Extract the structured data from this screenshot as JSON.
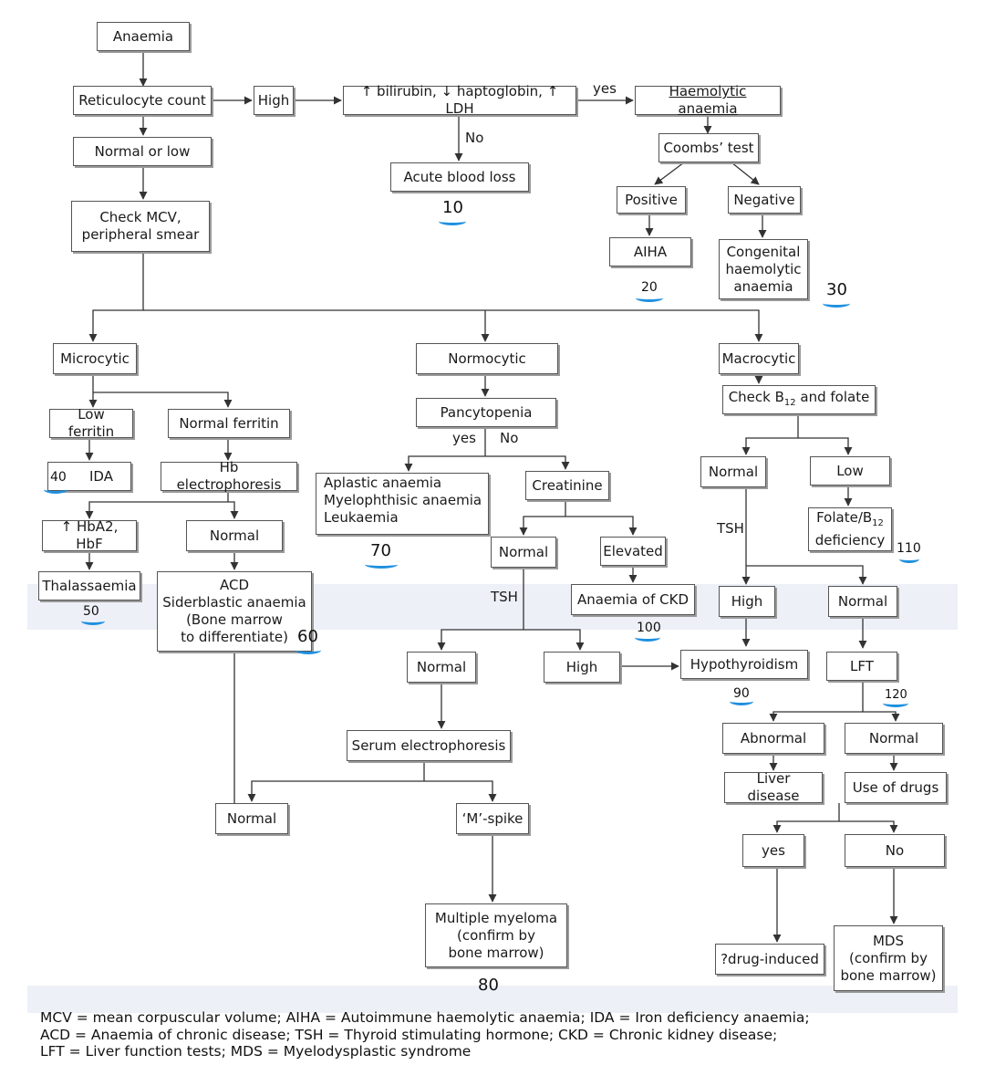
{
  "nodes": {
    "anaemia": "Anaemia",
    "reticulocyte_count": "Reticulocyte count",
    "high_retic": "High",
    "bilirubin": "↑ bilirubin, ↓ haptoglobin, ↑ LDH",
    "haemolytic_anaemia": "Haemolytic anaemia",
    "normal_or_low": "Normal or low",
    "coombs_test": "Coombs’ test",
    "acute_blood_loss": "Acute blood loss",
    "positive": "Positive",
    "negative": "Negative",
    "check_mcv": "Check MCV, peripheral smear",
    "aiha": "AIHA",
    "congenital": "Congenital haemolytic anaemia",
    "microcytic": "Microcytic",
    "normocytic": "Normocytic",
    "macrocytic": "Macrocytic",
    "check_b12_pre": "Check B",
    "check_b12_sub": "12",
    "check_b12_post": " and folate",
    "low_ferritin": "Low ferritin",
    "normal_ferritin": "Normal ferritin",
    "pancytopenia": "Pancytopenia",
    "ida": "IDA",
    "hb_electrophoresis": "Hb electrophoresis",
    "aplastic_line1": "Aplastic anaemia",
    "aplastic_line2": "Myelophthisic anaemia",
    "aplastic_line3": "Leukaemia",
    "creatinine": "Creatinine",
    "normal_b12": "Normal",
    "low_b12": "Low",
    "hba2": "↑ HbA2, HbF",
    "normal_hb": "Normal",
    "normal_creat": "Normal",
    "elevated_creat": "Elevated",
    "folate_pre": "Folate/B",
    "folate_sub": "12",
    "folate_line2": "deficiency",
    "thalassaemia": "Thalassaemia",
    "acd_line1": "ACD",
    "acd_line2": "Siderblastic anaemia",
    "acd_line3": "(Bone marrow",
    "acd_line4": "to differentiate)",
    "anaemia_ckd": "Anaemia of CKD",
    "high_tsh_right": "High",
    "normal_tsh_right": "Normal",
    "normal_tsh_mid": "Normal",
    "high_tsh_mid": "High",
    "hypothyroidism": "Hypothyroidism",
    "lft": "LFT",
    "serum_electrophoresis": "Serum electrophoresis",
    "abnormal_lft": "Abnormal",
    "normal_lft": "Normal",
    "liver_disease": "Liver disease",
    "use_of_drugs": "Use of drugs",
    "normal_serum": "Normal",
    "m_spike": "‘M’-spike",
    "yes_drugs": "yes",
    "no_drugs": "No",
    "myeloma_line1": "Multiple myeloma",
    "myeloma_line2": "(confirm by",
    "myeloma_line3": "bone marrow)",
    "drug_induced": "?drug-induced",
    "mds_line1": "MDS",
    "mds_line2": "(confirm by",
    "mds_line3": "bone marrow)"
  },
  "edge_labels": {
    "yes_haemolytic": "yes",
    "no_bilirubin": "No",
    "yes_pancyto": "yes",
    "no_pancyto": "No",
    "tsh_mid": "TSH",
    "tsh_right": "TSH"
  },
  "handwritten_numbers": {
    "n10": "10",
    "n20": "20",
    "n30": "30",
    "n40": "40",
    "n50": "50",
    "n60": "60",
    "n70": "70",
    "n80": "80",
    "n90": "90",
    "n100": "100",
    "n110": "110",
    "n120": "120"
  },
  "legend": {
    "line1": "MCV = mean corpuscular volume; AIHA = Autoimmune haemolytic anaemia; IDA = Iron deficiency anaemia;",
    "line2": "ACD = Anaemia of chronic disease; TSH = Thyroid stimulating hormone; CKD = Chronic kidney disease;",
    "line3": "LFT = Liver function tests; MDS = Myelodysplastic syndrome"
  },
  "colors": {
    "annotation_underline": "#1e90e0",
    "box_border": "#555555",
    "bleed_text": "#c8c8c8"
  }
}
